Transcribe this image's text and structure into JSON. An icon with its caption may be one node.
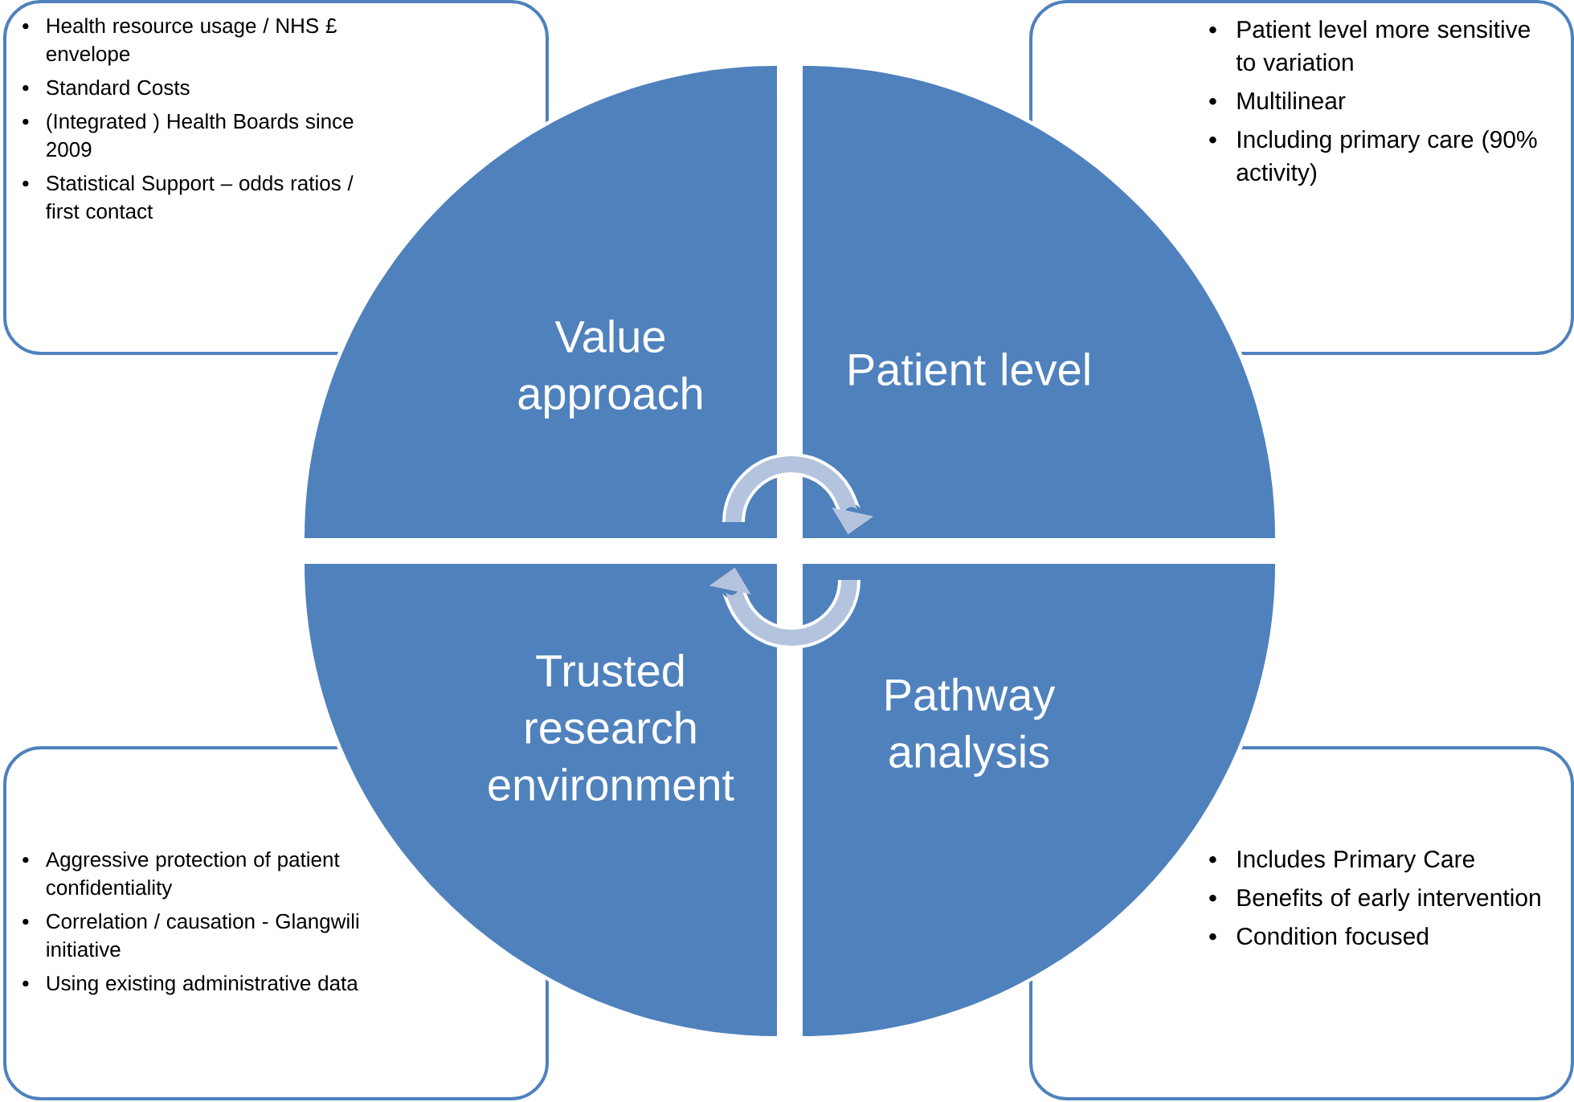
{
  "diagram": {
    "nodes": [
      {
        "text": [
          "Health resource usage / NHS £ envelope",
          "Standard Costs",
          "(Integrated ) Health Boards since 2009",
          "Statistical Support – odds ratios / first contact"
        ]
      },
      {
        "text": [
          "Patient level more sensitive to variation",
          "Multilinear",
          "Including primary care (90% activity)"
        ]
      },
      {
        "text": [
          "Value approach"
        ]
      },
      {
        "text": [
          "Patient level"
        ]
      },
      {
        "text": [
          "Trusted research environment"
        ]
      },
      {
        "text": [
          "Pathway analysis"
        ]
      },
      {
        "text": [
          "Aggressive protection of patient confidentiality",
          "Correlation / causation - Glangwili initiative",
          "Using existing administrative data"
        ]
      },
      {
        "text": [
          "Includes Primary Care",
          "Benefits of early intervention",
          "Condition focused"
        ]
      }
    ],
    "edges": [
      {
        "from": 2,
        "to": 3,
        "arrow": "to"
      },
      {
        "from": 5,
        "to": 4,
        "arrow": "to"
      }
    ]
  }
}
